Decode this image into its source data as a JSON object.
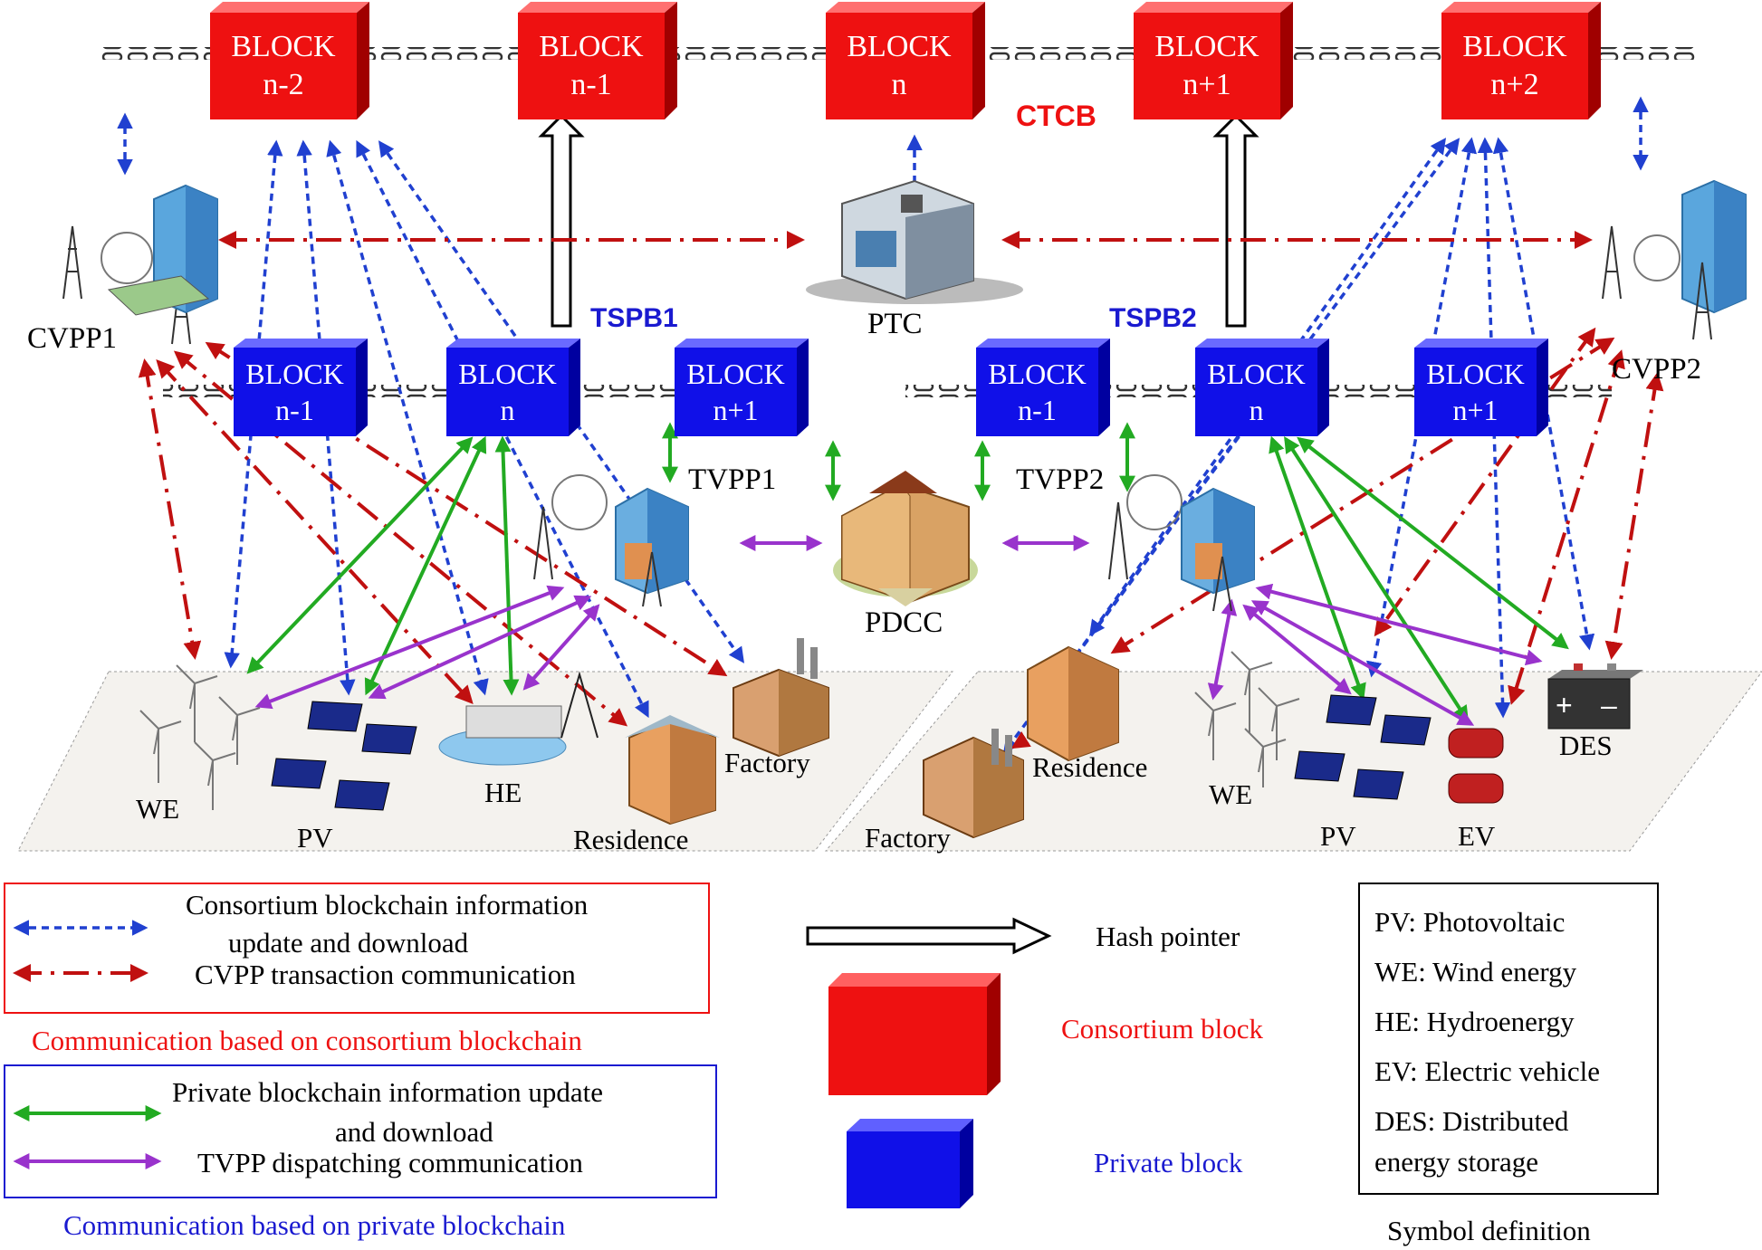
{
  "consortium_chain": {
    "label": "CTCB",
    "blocks": [
      {
        "line1": "BLOCK",
        "line2": "n-2"
      },
      {
        "line1": "BLOCK",
        "line2": "n-1"
      },
      {
        "line1": "BLOCK",
        "line2": "n"
      },
      {
        "line1": "BLOCK",
        "line2": "n+1"
      },
      {
        "line1": "BLOCK",
        "line2": "n+2"
      }
    ]
  },
  "private_chain_1": {
    "label": "TSPB1",
    "blocks": [
      {
        "line1": "BLOCK",
        "line2": "n-1"
      },
      {
        "line1": "BLOCK",
        "line2": "n"
      },
      {
        "line1": "BLOCK",
        "line2": "n+1"
      }
    ]
  },
  "private_chain_2": {
    "label": "TSPB2",
    "blocks": [
      {
        "line1": "BLOCK",
        "line2": "n-1"
      },
      {
        "line1": "BLOCK",
        "line2": "n"
      },
      {
        "line1": "BLOCK",
        "line2": "n+1"
      }
    ]
  },
  "nodes": {
    "cvpp1": "CVPP1",
    "cvpp2": "CVPP2",
    "ptc": "PTC",
    "tvpp1": "TVPP1",
    "tvpp2": "TVPP2",
    "pdcc": "PDCC"
  },
  "left_area": {
    "we": "WE",
    "pv": "PV",
    "he": "HE",
    "residence": "Residence",
    "factory": "Factory"
  },
  "right_area": {
    "we": "WE",
    "pv": "PV",
    "ev": "EV",
    "des": "DES",
    "residence": "Residence",
    "factory": "Factory"
  },
  "legend": {
    "consortium": {
      "item1_line1": "Consortium blockchain information",
      "item1_line2": "update and download",
      "item2": "CVPP transaction communication",
      "caption": "Communication based on consortium blockchain"
    },
    "private": {
      "item1_line1": "Private blockchain information update",
      "item1_line2": "and download",
      "item2": "TVPP dispatching communication",
      "caption": "Communication based on private blockchain"
    },
    "hash_pointer": "Hash pointer",
    "consortium_block": "Consortium block",
    "private_block": "Private block"
  },
  "symbols": {
    "caption": "Symbol definition",
    "items": [
      "PV: Photovoltaic",
      "WE: Wind energy",
      "HE: Hydroenergy",
      "EV: Electric vehicle",
      "DES: Distributed",
      "energy storage"
    ]
  },
  "colors": {
    "consortium_block": "#ee1111",
    "private_block": "#1010e8",
    "blue_dashed": "#2040d0",
    "red_dashdot": "#c01010",
    "green": "#22aa22",
    "purple": "#9933cc",
    "legend_red": "#ee1111",
    "legend_blue": "#1a1ad0"
  }
}
